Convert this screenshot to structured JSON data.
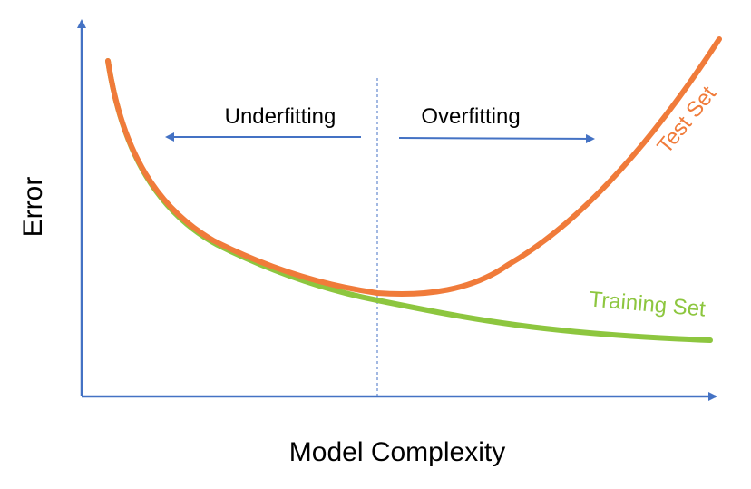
{
  "diagram": {
    "ylabel": "Error",
    "xlabel": "Model Complexity",
    "underfitting_label": "Underfitting",
    "overfitting_label": "Overfitting",
    "test_set_label": "Test Set",
    "training_set_label": "Training Set"
  },
  "colors": {
    "axis": "#4472C4",
    "arrow": "#4472C4",
    "divider": "#4472C4",
    "test_curve": "#F07B3A",
    "training_curve": "#8DC63F",
    "axis_text": "#000000",
    "arrow_text": "#000000"
  }
}
